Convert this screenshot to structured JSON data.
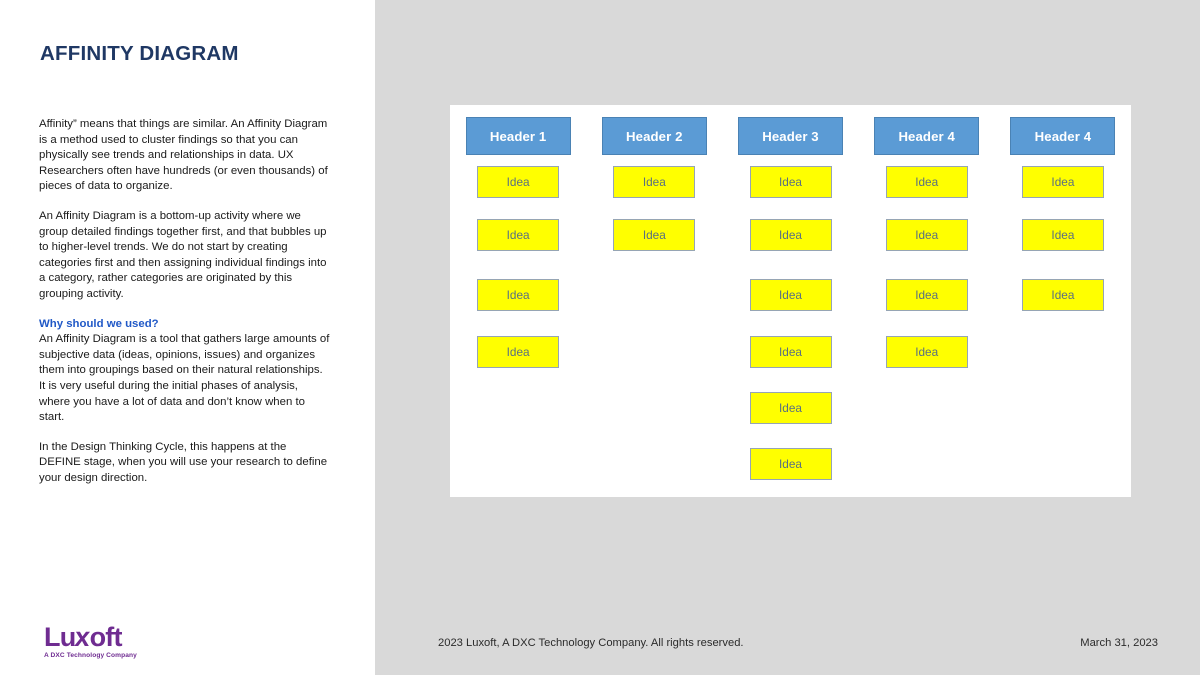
{
  "slide": {
    "title": "AFFINITY DIAGRAM",
    "paragraphs": [
      "Affinity” means that things are similar. An Affinity Diagram is a method used to cluster findings so that you can physically see trends and relationships in data. UX Researchers often have hundreds (or even thousands) of pieces of data to organize.",
      "An Affinity Diagram is a bottom-up activity where we group detailed findings together first, and that bubbles up to higher-level trends. We do not start by creating categories first and then assigning individual findings into a category, rather categories are originated by this grouping activity."
    ],
    "sub_heading": "Why should we used?",
    "sub_paragraph": "An Affinity Diagram is a tool that gathers large amounts of subjective data (ideas, opinions, issues) and organizes them into groupings based on their natural relationships. It is very useful during the initial phases of analysis, where you have a lot of data and don’t know when to start.",
    "closing_paragraph": "In the Design Thinking Cycle, this happens at the DEFINE stage, when you will use your research to define your design direction."
  },
  "logo": {
    "name_part1": "Lu",
    "name_x": "x",
    "name_part2": "oft",
    "tagline": "A DXC Technology Company",
    "color": "#6f2c91"
  },
  "footer": {
    "copyright": "2023 Luxoft, A DXC Technology Company. All rights reserved.",
    "date": "March 31, 2023"
  },
  "diagram": {
    "header_color": "#5b9bd5",
    "card_color": "#ffff00",
    "card_text_color": "#5a7081",
    "columns": [
      {
        "header": "Header 1",
        "cards": [
          {
            "label": "Idea",
            "row": 1
          },
          {
            "label": "Idea",
            "row": 2
          },
          {
            "label": "Idea",
            "row": 3
          },
          {
            "label": "Idea",
            "row": 4
          }
        ]
      },
      {
        "header": "Header 2",
        "cards": [
          {
            "label": "Idea",
            "row": 1
          },
          {
            "label": "Idea",
            "row": 2
          }
        ]
      },
      {
        "header": "Header 3",
        "cards": [
          {
            "label": "Idea",
            "row": 1
          },
          {
            "label": "Idea",
            "row": 2
          },
          {
            "label": "Idea",
            "row": 3
          },
          {
            "label": "Idea",
            "row": 4
          },
          {
            "label": "Idea",
            "row": 5
          },
          {
            "label": "Idea",
            "row": 6
          }
        ]
      },
      {
        "header": "Header 4",
        "cards": [
          {
            "label": "Idea",
            "row": 1
          },
          {
            "label": "Idea",
            "row": 2
          },
          {
            "label": "Idea",
            "row": 3
          },
          {
            "label": "Idea",
            "row": 4
          }
        ]
      },
      {
        "header": "Header 4",
        "cards": [
          {
            "label": "Idea",
            "row": 1
          },
          {
            "label": "Idea",
            "row": 2
          },
          {
            "label": "Idea",
            "row": 3
          }
        ]
      }
    ],
    "row_offsets": [
      51,
      104,
      164,
      221,
      277,
      333
    ]
  }
}
